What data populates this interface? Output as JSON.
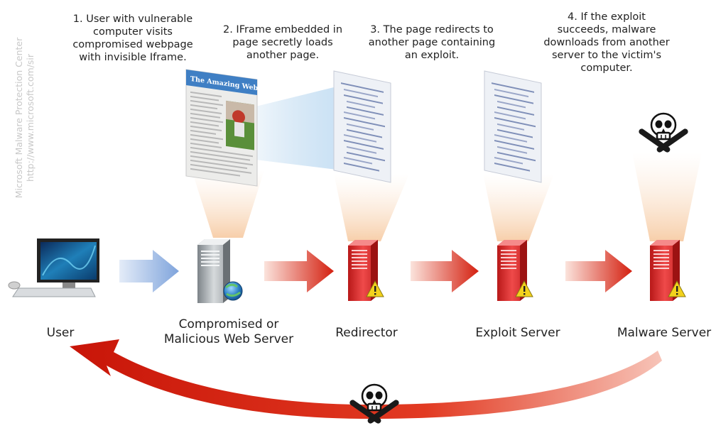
{
  "watermark": {
    "line1": "Microsoft Malware Protection Center",
    "line2": "http://www.microsoft.com/sir"
  },
  "steps": [
    {
      "text": "1. User with vulnerable computer visits compromised webpage with invisible Iframe."
    },
    {
      "text": "2. IFrame embedded in page secretly loads another page."
    },
    {
      "text": "3. The page redirects to another page containing an exploit."
    },
    {
      "text": "4. If the exploit succeeds, malware downloads from another server to the victim's computer."
    }
  ],
  "nodes": [
    {
      "label": "User"
    },
    {
      "label": "Compromised or Malicious Web Server"
    },
    {
      "label": "Redirector"
    },
    {
      "label": "Exploit Server"
    },
    {
      "label": "Malware Server"
    }
  ],
  "webpage_headline": "The Amazing Web Page",
  "colors": {
    "benign_arrow": "#8fb0e0",
    "malicious_arrow": "#d42010",
    "server_red": "#e23a3a",
    "warning_yellow": "#f3d21c"
  }
}
